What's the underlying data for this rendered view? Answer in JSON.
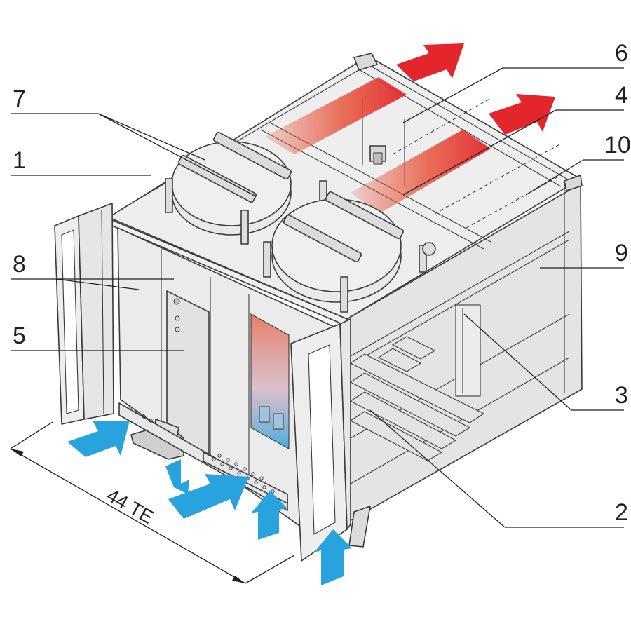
{
  "callouts": [
    {
      "id": "1",
      "text": "1"
    },
    {
      "id": "2",
      "text": "2"
    },
    {
      "id": "3",
      "text": "3"
    },
    {
      "id": "4",
      "text": "4"
    },
    {
      "id": "5",
      "text": "5"
    },
    {
      "id": "6",
      "text": "6"
    },
    {
      "id": "7",
      "text": "7"
    },
    {
      "id": "8",
      "text": "8"
    },
    {
      "id": "9",
      "text": "9"
    },
    {
      "id": "10",
      "text": "10"
    }
  ],
  "dimension": {
    "label": "44 TE"
  },
  "colors": {
    "hot_air": "#e3262b",
    "cool_air": "#29a3dd",
    "housing_fill": "#e6e6e6",
    "housing_light": "#f2f2f2",
    "outline": "#3a3a3a"
  }
}
